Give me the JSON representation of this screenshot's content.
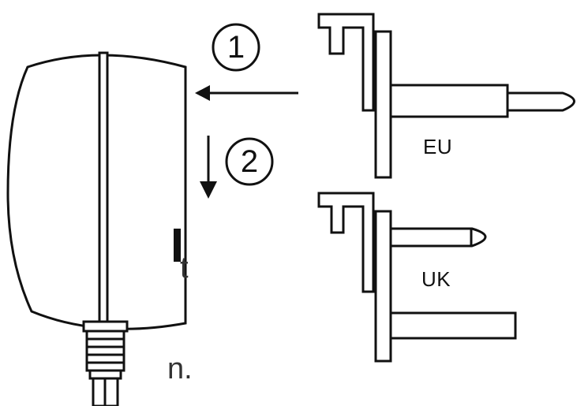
{
  "steps": [
    {
      "number": "1",
      "direction": "left-arrow"
    },
    {
      "number": "2",
      "direction": "down-arrow"
    }
  ],
  "plugs": [
    {
      "label": "EU"
    },
    {
      "label": "UK"
    }
  ],
  "cropped_text": {
    "line1": "t",
    "line2": "n."
  },
  "colors": {
    "stroke": "#111111",
    "fill": "#ffffff"
  }
}
